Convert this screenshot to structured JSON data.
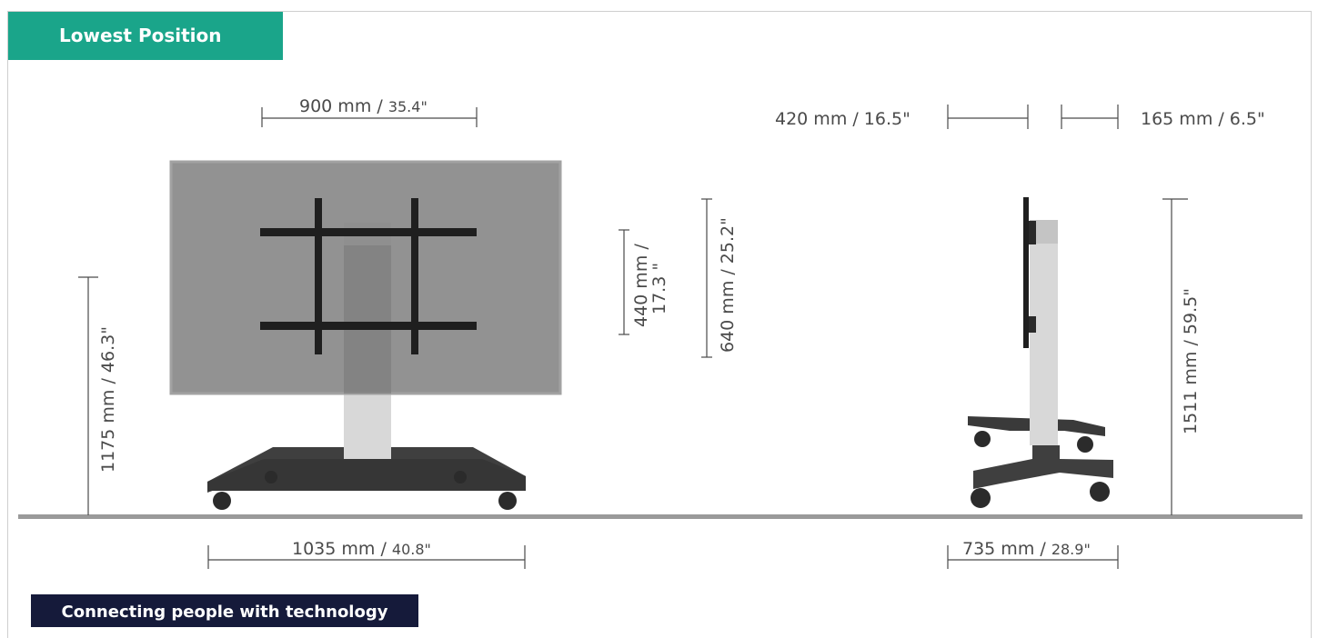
{
  "title": "Lowest Position",
  "footer": "Connecting people with technology",
  "dimensions": {
    "front_width": {
      "value": "900 mm / ",
      "imperial": "35.4\""
    },
    "base_width": {
      "value": "1035 mm / ",
      "imperial": "40.8\""
    },
    "height": "1175 mm / 46.3\"",
    "vesa_440_line1": "440 mm /",
    "vesa_440_line2": "17.3 \"",
    "vesa_640": "640 mm / 25.2\"",
    "side_depth_top": "420 mm / 16.5\"",
    "side_offset": "165 mm / 6.5\"",
    "side_height": "1511 mm / 59.5\"",
    "side_base": {
      "value": "735 mm / ",
      "imperial": "28.9\""
    }
  },
  "colors": {
    "accent": "#1aa58a",
    "footer_bg": "#151a3a",
    "screen": "#8a8a8a",
    "floor": "#9a9a9a"
  }
}
